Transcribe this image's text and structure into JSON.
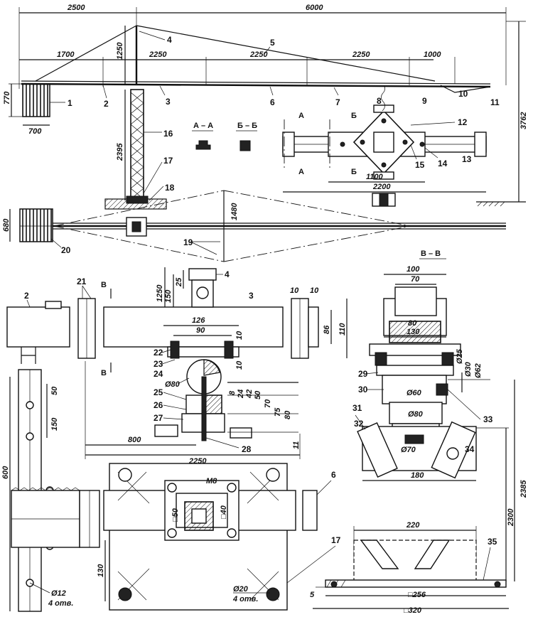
{
  "top_dims": {
    "d2500": "2500",
    "d6000": "6000",
    "d1250a": "1250",
    "d1700": "1700",
    "d2250a": "2250",
    "d2250b": "2250",
    "d2250c": "2250",
    "d1000": "1000",
    "d770": "770",
    "d700": "700",
    "d2395": "2395",
    "d3762": "3762",
    "d680": "680",
    "d1480": "1480"
  },
  "section_labels": {
    "aa": "А – А",
    "bb": "Б – Б",
    "a1": "А",
    "a2": "А",
    "b1": "Б",
    "b2": "Б",
    "vv": "В – В",
    "v1": "В",
    "v2": "В"
  },
  "callouts": {
    "n1": "1",
    "n2": "2",
    "n3": "3",
    "n4": "4",
    "n5": "5",
    "n6": "6",
    "n7": "7",
    "n8": "8",
    "n9": "9",
    "n10": "10",
    "n11": "11",
    "n12": "12",
    "n13": "13",
    "n14": "14",
    "n15": "15",
    "n16": "16",
    "n17": "17",
    "n18": "18",
    "n19": "19",
    "n20": "20",
    "n21": "21",
    "n22": "22",
    "n23": "23",
    "n24": "24",
    "n25": "25",
    "n26": "26",
    "n27": "27",
    "n28": "28",
    "n29": "29",
    "n30": "30",
    "n31": "31",
    "n32": "32",
    "n33": "33",
    "n34": "34",
    "n35": "35",
    "n2b": "2",
    "n3b": "3",
    "n4b": "4",
    "n6b": "6",
    "n17b": "17"
  },
  "plan_dims": {
    "d1100": "1100",
    "d2200": "2200"
  },
  "detail_dims": {
    "d1250b": "1250",
    "d150a": "150",
    "d25a": "25",
    "d126": "126",
    "d90": "90",
    "d10a": "10",
    "d10b": "10",
    "d10c": "10",
    "d10d": "10",
    "d86": "86",
    "d110": "110",
    "d80a": "Ø80",
    "d8": "8",
    "d24": "24",
    "d42": "42",
    "d50a": "50",
    "d70a": "70",
    "d75": "75",
    "d80b": "80",
    "d11": "11",
    "d800": "800",
    "d2250d": "2250",
    "d50b": "50",
    "d150b": "150",
    "d600": "600",
    "d12": "Ø12",
    "holes4a": "4 отв.",
    "m8": "M8",
    "d50c": "□50",
    "d40": "□40",
    "d130a": "130",
    "d20": "Ø20",
    "holes4b": "4 отв."
  },
  "section_dims": {
    "d100": "100",
    "d70b": "70",
    "d80c": "80",
    "d130b": "130",
    "d25b": "Ø25",
    "d30": "Ø30",
    "d62": "Ø62",
    "d60": "Ø60",
    "d80d": "Ø80",
    "d70c": "Ø70",
    "d180": "180",
    "d2385": "2385",
    "d2300": "2300",
    "d220": "220",
    "d256": "□256",
    "d320": "□320",
    "d5": "5"
  }
}
